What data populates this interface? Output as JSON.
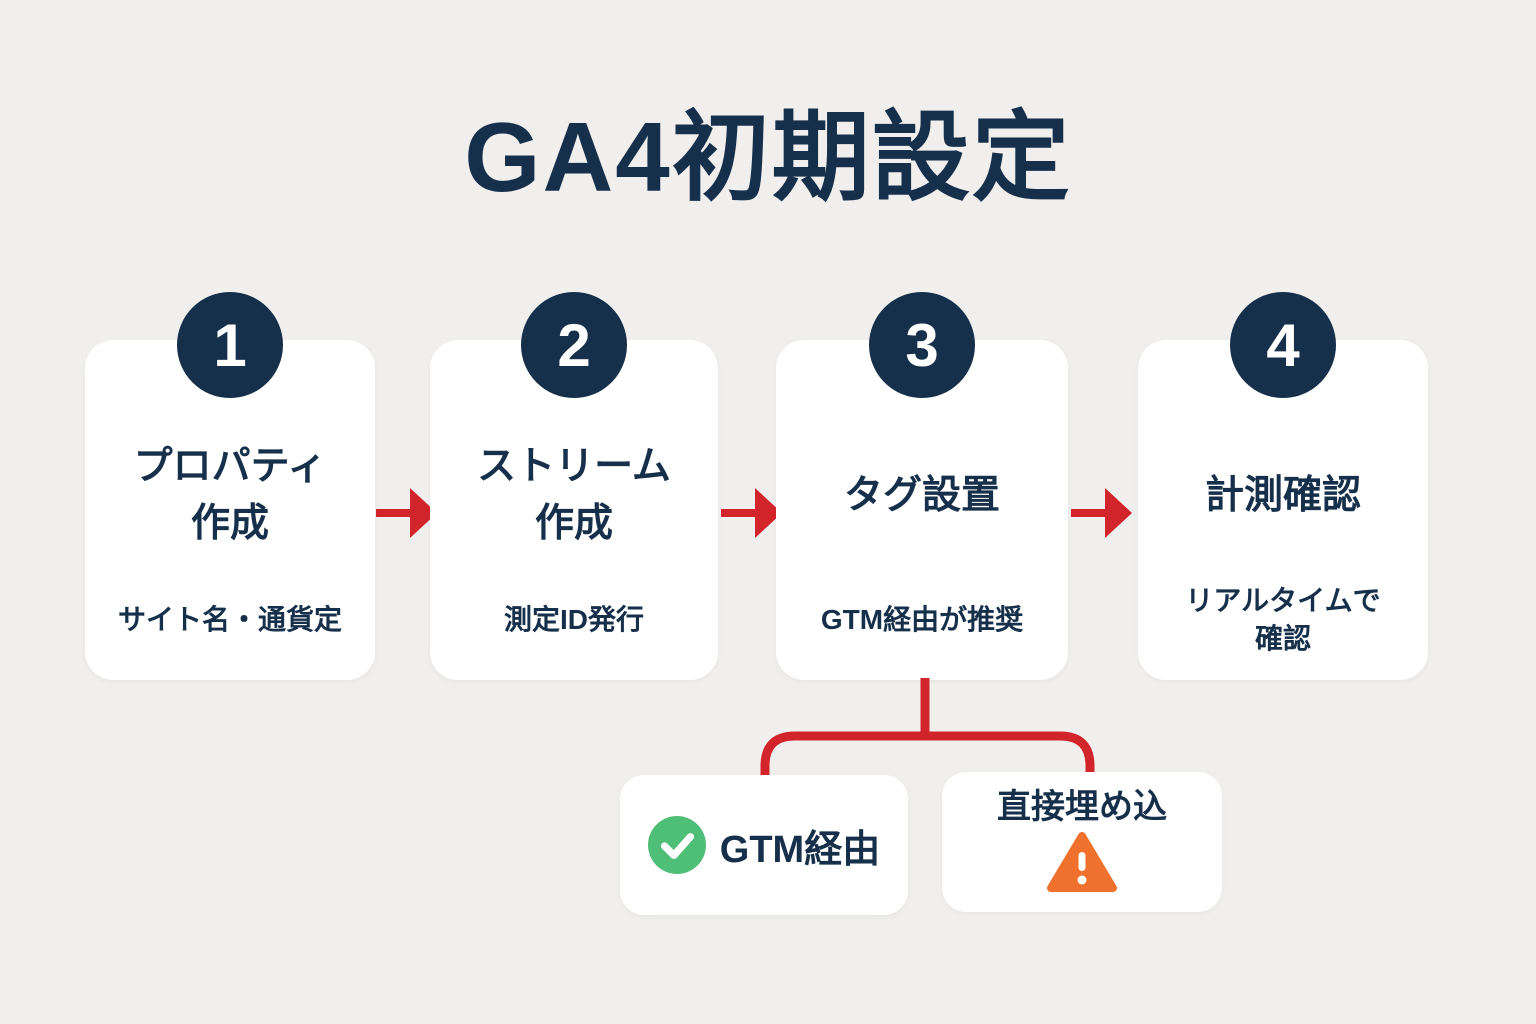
{
  "title": "GA4初期設定",
  "colors": {
    "background": "#F0EFED",
    "card": "#FFFFFF",
    "navy": "#16304C",
    "red": "#D2242B",
    "green": "#4FBE77",
    "orange": "#F0712E"
  },
  "steps": [
    {
      "number": "1",
      "title_line1": "プロパティ",
      "title_line2": "作成",
      "subtitle_line1": "サイト名・通貨定",
      "subtitle_line2": ""
    },
    {
      "number": "2",
      "title_line1": "ストリーム",
      "title_line2": "作成",
      "subtitle_line1": "測定ID発行",
      "subtitle_line2": ""
    },
    {
      "number": "3",
      "title_line1": "タグ設置",
      "title_line2": "",
      "subtitle_line1": "GTM経由が推奨",
      "subtitle_line2": ""
    },
    {
      "number": "4",
      "title_line1": "計測確認",
      "title_line2": "",
      "subtitle_line1": "リアルタイムで",
      "subtitle_line2": "確認"
    }
  ],
  "branch": {
    "recommended": {
      "label": "GTM経由",
      "icon": "check-circle"
    },
    "caution": {
      "label": "直接埋め込",
      "icon": "warning-triangle"
    }
  }
}
